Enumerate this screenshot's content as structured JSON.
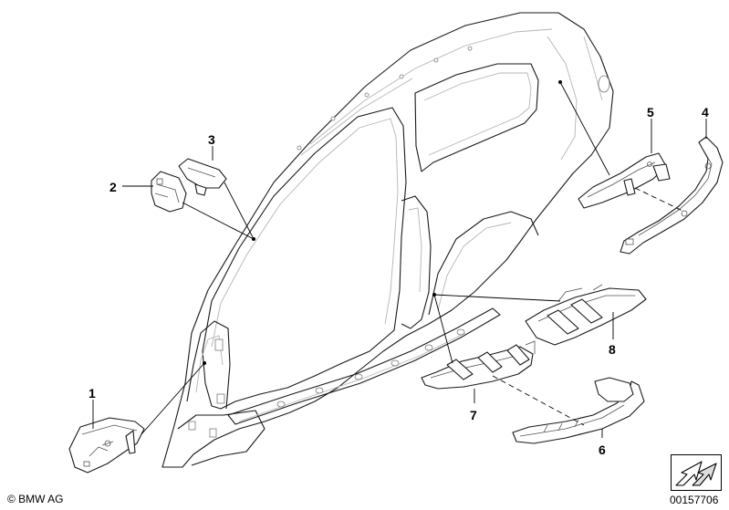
{
  "callouts": {
    "c1": "1",
    "c2": "2",
    "c3": "3",
    "c4": "4",
    "c5": "5",
    "c6": "6",
    "c7": "7",
    "c8": "8"
  },
  "footer": {
    "copyright": "© BMW AG",
    "doc_number": "00157706"
  },
  "icons": {
    "nav_arrow": "diagonal-arrow-icon"
  },
  "colors": {
    "line": "#1a1a1a",
    "background": "#ffffff"
  }
}
